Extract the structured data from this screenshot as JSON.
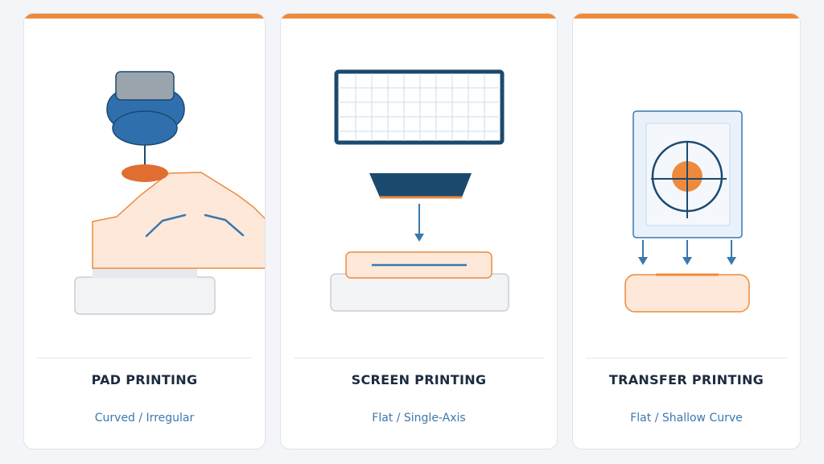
{
  "colors": {
    "accent": "#ef8a3c",
    "navy": "#1c4a6e",
    "blue": "#3a78ad",
    "peach": "#fde8da",
    "title": "#1c2b3f"
  },
  "cards": [
    {
      "title": "PAD PRINTING",
      "subtitle": "Curved / Irregular",
      "icon": "pad-printer-icon"
    },
    {
      "title": "SCREEN PRINTING",
      "subtitle": "Flat / Single-Axis",
      "icon": "screen-printer-icon"
    },
    {
      "title": "TRANSFER PRINTING",
      "subtitle": "Flat / Shallow Curve",
      "icon": "transfer-printer-icon"
    }
  ]
}
